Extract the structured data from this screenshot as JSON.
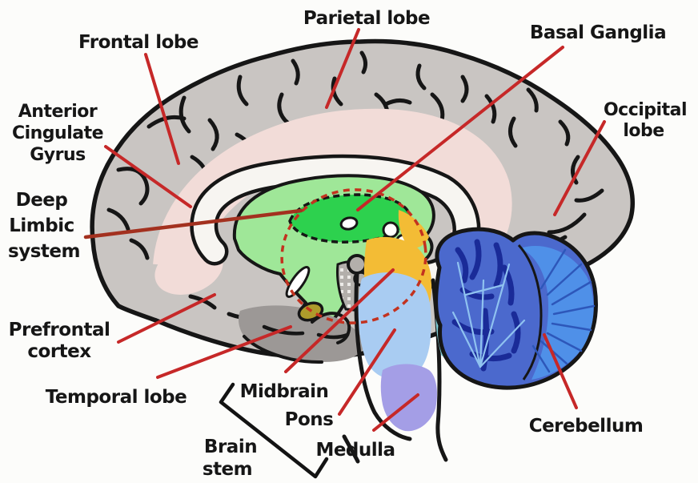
{
  "figure": {
    "type": "labeled-anatomy-diagram",
    "subject": "Sagittal section of the human brain with labeled regions"
  },
  "labels": {
    "frontal_lobe": "Frontal lobe",
    "parietal_lobe": "Parietal lobe",
    "basal_ganglia": "Basal Ganglia",
    "anterior_cingulate_gyrus": {
      "line1": "Anterior",
      "line2": "Cingulate",
      "line3": "Gyrus"
    },
    "occipital_lobe": {
      "line1": "Occipital",
      "line2": "lobe"
    },
    "deep_limbic_system": {
      "line1": "Deep",
      "line2": "Limbic",
      "line3": "system"
    },
    "prefrontal_cortex": {
      "line1": "Prefrontal",
      "line2": "cortex"
    },
    "temporal_lobe": "Temporal lobe",
    "midbrain": "Midbrain",
    "pons": "Pons",
    "brain_stem": {
      "line1": "Brain",
      "line2": "stem"
    },
    "medulla": "Medulla",
    "cerebellum": "Cerebellum"
  },
  "colors": {
    "background": "#fcfcfa",
    "text": "#161616",
    "outline": "#161616",
    "cortex_gray": "#c9c5c2",
    "temporal_dark_gray": "#9c9896",
    "cingulate_pink": "#f2dcd8",
    "corpus_callosum_white": "#f7f5f1",
    "limbic_light_green": "#9fe798",
    "thalamus_bright_green": "#2dd14e",
    "mammillary_olive": "#ad9b2b",
    "midbrain_orange": "#f3bc35",
    "pons_light_blue": "#a9ccf2",
    "medulla_purple": "#a49ee6",
    "cerebellum_blue": "#4b69cd",
    "cerebellum_dark_blue": "#1a2b98",
    "cerebellum_light_blue": "#8fc2f0",
    "cerebellum_fan_blue": "#4f90e8",
    "tegmentum_gray": "#b3afab",
    "leader_red": "#c62828",
    "leader_dark_red": "#a3311f",
    "dashed_ellipse_red": "#c3321f",
    "bracket_black": "#131313"
  }
}
